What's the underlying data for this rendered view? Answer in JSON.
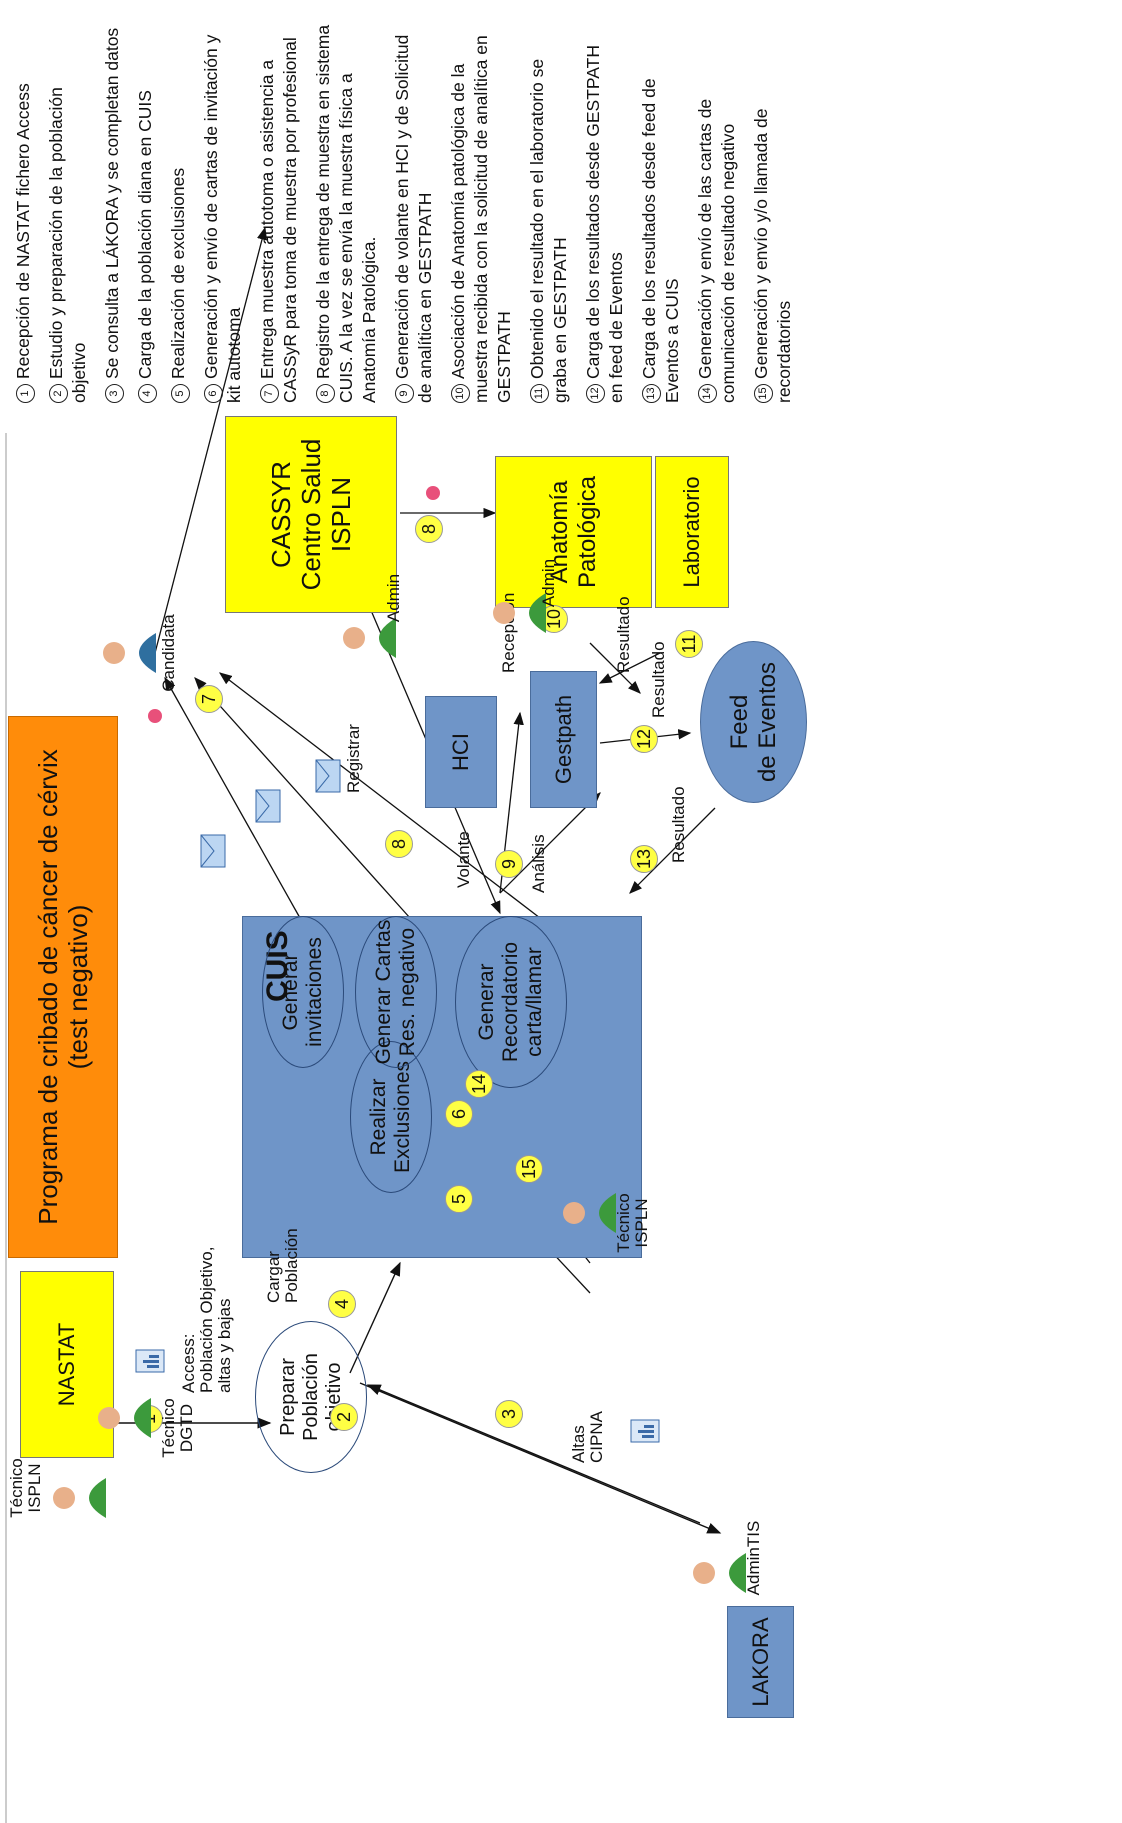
{
  "title": {
    "line1": "Programa de cribado de cáncer de cérvix",
    "line2": "(test negativo)"
  },
  "nodes": {
    "nastat": "NASTAT",
    "lakora": "LAKORA",
    "cuis": "CUIS",
    "hci": "HCI",
    "gestpath": "Gestpath",
    "cassyr": "CASSYR\nCentro Salud\nISPLN",
    "anatomia": "Anatomía\nPatológica",
    "laboratorio": "Laboratorio",
    "feed": "Feed\nde Eventos"
  },
  "ellipses": {
    "preparar": "Preparar\nPoblación objetivo",
    "realizar": "Realizar\nExclusiones",
    "invitaciones": "Generar\ninvitaciones",
    "cartas": "Generar Cartas\nRes. negativo",
    "recordatorio": "Generar\nRecordatorio\ncarta/llamar"
  },
  "actors": {
    "tecnico_ispln_1": "Técnico\nISPLN",
    "tecnico_dgtd": "Técnico\nDGTD",
    "admin_tis": "AdminTIS",
    "tecnico_ispln_2": "Técnico\nISPLN",
    "candidata": "Candidata",
    "admin_cassyr": "Admin",
    "admin_anatomia": "Admin"
  },
  "edge_labels": {
    "access": "Access:\nPoblación Objetivo,\naltas y bajas",
    "cargar": "Cargar\nPoblación",
    "altas": "Altas\nCIPNA",
    "registrar": "Registrar",
    "volante": "Volante",
    "analisis": "Análisis",
    "recepcion": "Recepción",
    "resultado_lab": "Resultado",
    "resultado_feed": "Resultado",
    "resultado_cuis": "Resultado"
  },
  "step_numbers": [
    "1",
    "2",
    "3",
    "4",
    "5",
    "6",
    "7",
    "8",
    "8",
    "9",
    "10",
    "11",
    "12",
    "13",
    "14",
    "15"
  ],
  "legend": [
    {
      "n": "1",
      "text": "Recepción de NASTAT fichero Access"
    },
    {
      "n": "2",
      "text": "Estudio y preparación de la población objetivo"
    },
    {
      "n": "3",
      "text": "Se consulta a LÁKORA y se completan datos"
    },
    {
      "n": "4",
      "text": "Carga de la población diana en CUIS"
    },
    {
      "n": "5",
      "text": "Realización de exclusiones"
    },
    {
      "n": "6",
      "text": "Generación y envío de cartas de invitación y kit autotoma"
    },
    {
      "n": "7",
      "text": "Entrega muestra autotoma o asistencia a CASSyR para toma de muestra por profesional"
    },
    {
      "n": "8",
      "text": "Registro de la entrega de muestra en sistema CUIS. A la vez se envía la muestra física a Anatomía Patológica."
    },
    {
      "n": "9",
      "text": "Generación de volante en HCI y de Solicitud de analítica en GESTPATH"
    },
    {
      "n": "10",
      "text": "Asociación de Anatomía patológica de la muestra recibida con la solicitud de analítica en GESTPATH"
    },
    {
      "n": "11",
      "text": "Obtenido el resultado en el laboratorio se graba en GESTPATH"
    },
    {
      "n": "12",
      "text": "Carga de los resultados desde GESTPATH en feed de Eventos"
    },
    {
      "n": "13",
      "text": "Carga de los resultados desde feed de Eventos a CUIS"
    },
    {
      "n": "14",
      "text": "Generación y envío de las cartas de comunicación de resultado negativo"
    },
    {
      "n": "15",
      "text": "Generación y envío y/o llamada de recordatorios"
    }
  ],
  "colors": {
    "yellow": "#ffff00",
    "blue": "#6f95c8",
    "orange": "#ff8c0a",
    "number_badge": "#ffff44"
  }
}
